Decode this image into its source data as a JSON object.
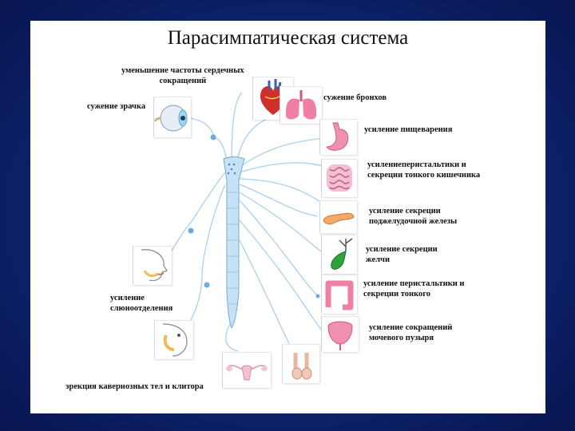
{
  "title": "Парасимпатическая система",
  "labels": {
    "heart_rate": "уменьшение частоты сердечных сокращений",
    "pupil": "сужение зрачка",
    "bronchi": "сужение бронхов",
    "digestion": "усиление пищеварения",
    "small_intestine": "усилениеперистальтики и секреции тонкого кишечника",
    "pancreas": "усиление секреции поджелудочной железы",
    "bile": "усиление секреции желчи",
    "large_intestine": "усиление перистальтики и секреции тонкого",
    "salivation": "усиление слюноотделения",
    "bladder": "усиление сокращений мочевого пузыря",
    "erection": "эрекция кавернозных тел и клитора"
  },
  "label_lines": {
    "heart_rate": [
      "уменьшение частоты сердечных",
      "сокращений"
    ],
    "small_intestine": [
      "усилениеперистальтики и",
      "секреции тонкого кишечника"
    ],
    "pancreas": [
      "усиление секреции",
      "поджелудочной железы"
    ],
    "bile": [
      "усиление секреции",
      "желчи"
    ],
    "large_intestine": [
      "усиление перистальтики и",
      "секреции тонкого"
    ],
    "salivation": [
      "усиление",
      "слюноотделения"
    ],
    "bladder": [
      "усиление сокращений",
      "мочевого пузыря"
    ]
  },
  "colors": {
    "background": "#0e2470",
    "nerve": "#a9d0ee",
    "nerve_dark": "#6fa9dc",
    "organ_pink": "#f08fb0",
    "heart_red": "#d0302c",
    "lung_pink": "#ef7fa3",
    "gallbladder_green": "#2fa33a"
  }
}
